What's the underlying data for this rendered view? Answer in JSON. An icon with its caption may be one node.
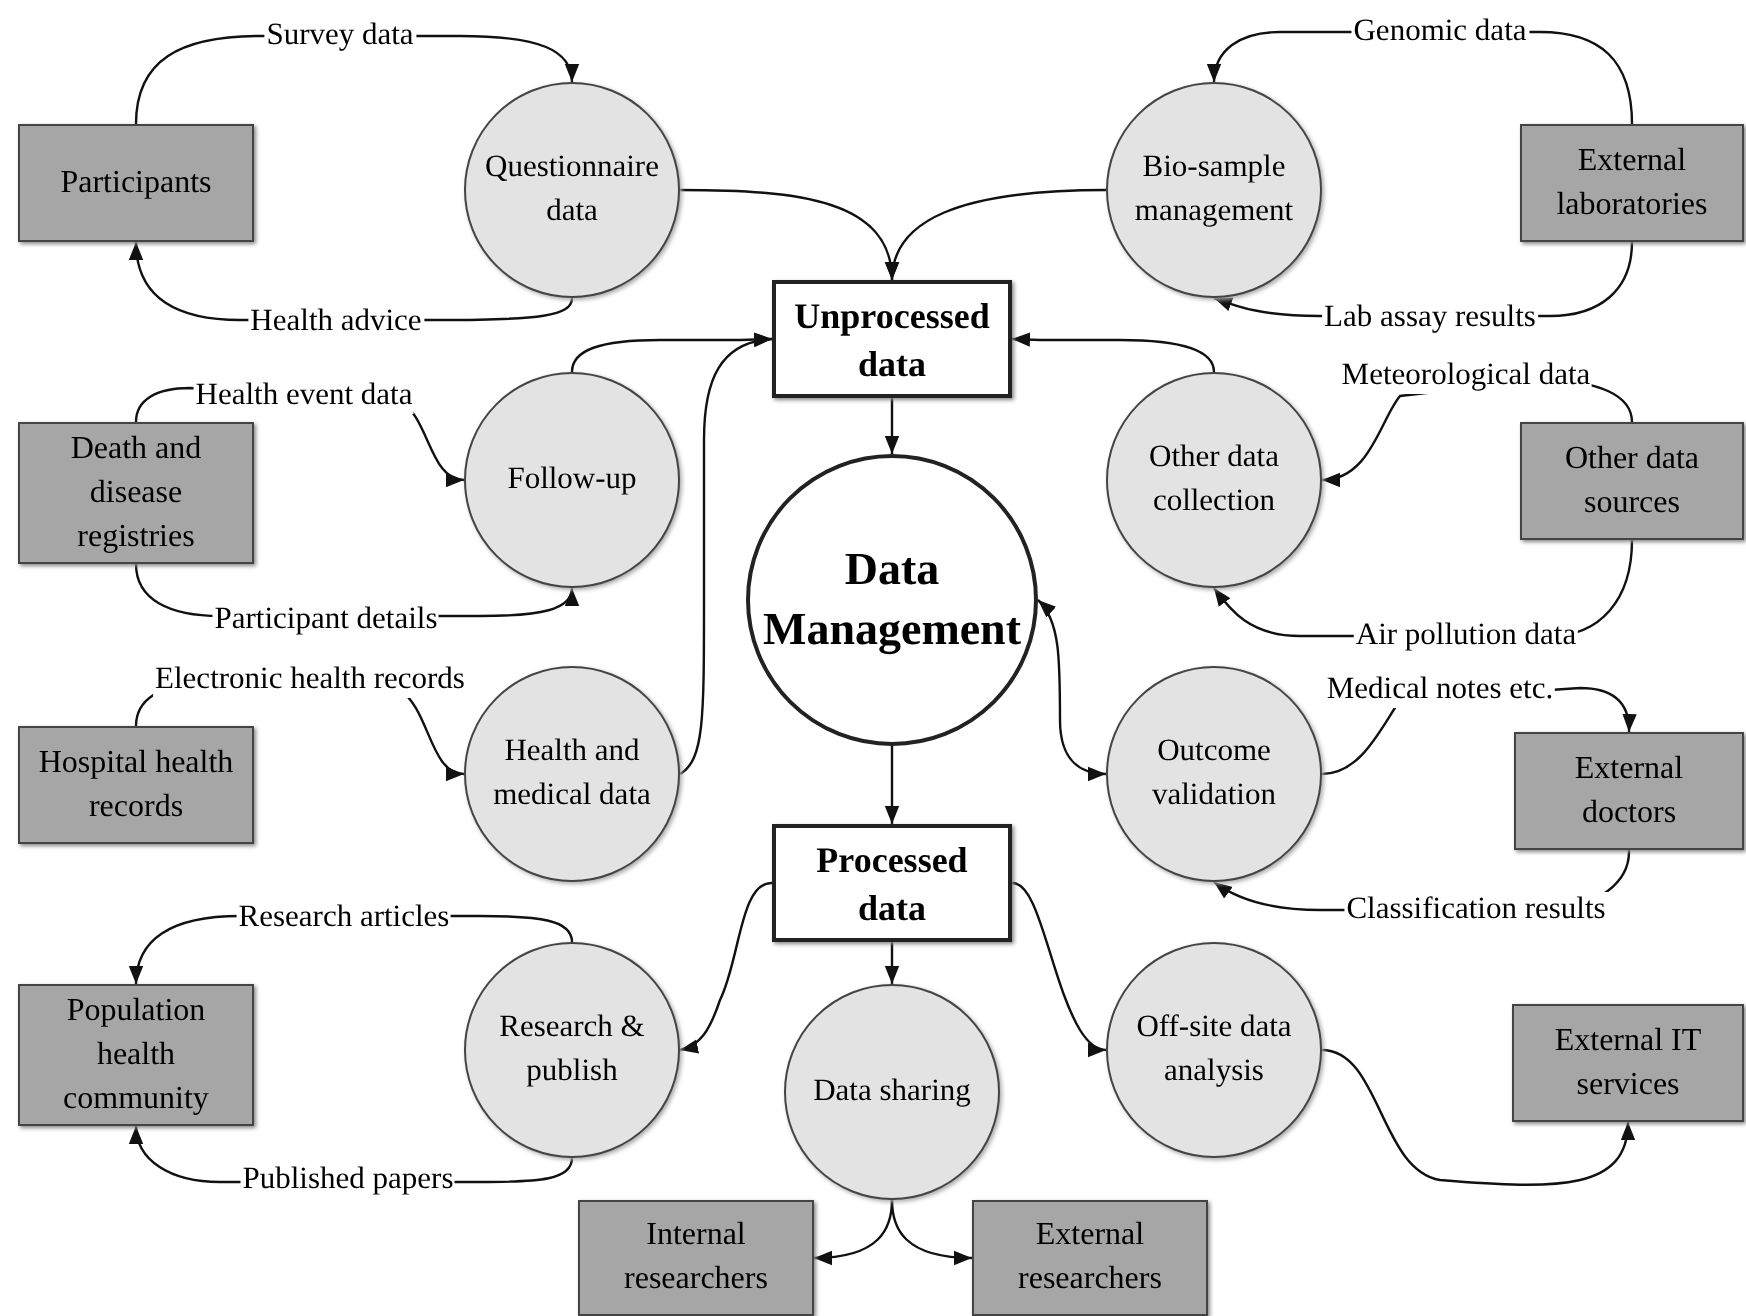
{
  "diagram": {
    "nodes": [
      {
        "text": [
          "Participants"
        ]
      },
      {
        "text": [
          "Questionnaire data"
        ]
      },
      {
        "text": [
          "Bio-sample management"
        ]
      },
      {
        "text": [
          "External laboratories"
        ]
      },
      {
        "text": [
          "Unprocessed data"
        ]
      },
      {
        "text": [
          "Death and disease registries"
        ]
      },
      {
        "text": [
          "Follow-up"
        ]
      },
      {
        "text": [
          "Other data collection"
        ]
      },
      {
        "text": [
          "Other data sources"
        ]
      },
      {
        "text": [
          "Data Management"
        ]
      },
      {
        "text": [
          "Hospital health records"
        ]
      },
      {
        "text": [
          "Health and medical data"
        ]
      },
      {
        "text": [
          "Outcome validation"
        ]
      },
      {
        "text": [
          "External doctors"
        ]
      },
      {
        "text": [
          "Processed data"
        ]
      },
      {
        "text": [
          "Population health community"
        ]
      },
      {
        "text": [
          "Research & publish"
        ]
      },
      {
        "text": [
          "Data sharing"
        ]
      },
      {
        "text": [
          "Off-site data analysis"
        ]
      },
      {
        "text": [
          "External IT services"
        ]
      },
      {
        "text": [
          "Internal researchers"
        ]
      },
      {
        "text": [
          "External researchers"
        ]
      }
    ],
    "edges": [
      {
        "from": 0,
        "to": 1,
        "arrow": "to",
        "label": "Survey data"
      },
      {
        "from": 1,
        "to": 0,
        "arrow": "to",
        "label": "Health advice"
      },
      {
        "from": 1,
        "to": 4,
        "arrow": "to"
      },
      {
        "from": 2,
        "to": 4,
        "arrow": "to"
      },
      {
        "from": 3,
        "to": 2,
        "arrow": "to",
        "label": "Genomic data"
      },
      {
        "from": 3,
        "to": 2,
        "arrow": "to",
        "label": "Lab assay results"
      },
      {
        "from": 5,
        "to": 6,
        "arrow": "to",
        "label": "Health event data"
      },
      {
        "from": 5,
        "to": 6,
        "arrow": "to",
        "label": "Participant details"
      },
      {
        "from": 6,
        "to": 4,
        "arrow": "to"
      },
      {
        "from": 11,
        "to": 4,
        "arrow": "to"
      },
      {
        "from": 7,
        "to": 4,
        "arrow": "to"
      },
      {
        "from": 8,
        "to": 7,
        "arrow": "to",
        "label": "Meteorological data"
      },
      {
        "from": 8,
        "to": 7,
        "arrow": "to",
        "label": "Air pollution data"
      },
      {
        "from": 4,
        "to": 9,
        "arrow": "to"
      },
      {
        "from": 9,
        "to": 12,
        "arrow": "both"
      },
      {
        "from": 10,
        "to": 11,
        "arrow": "to",
        "label": "Electronic health records"
      },
      {
        "from": 9,
        "to": 14,
        "arrow": "to"
      },
      {
        "from": 12,
        "to": 13,
        "arrow": "to",
        "label": "Medical notes etc."
      },
      {
        "from": 13,
        "to": 12,
        "arrow": "to",
        "label": "Classification results"
      },
      {
        "from": 14,
        "to": 16,
        "arrow": "to"
      },
      {
        "from": 14,
        "to": 17,
        "arrow": "to"
      },
      {
        "from": 14,
        "to": 18,
        "arrow": "to"
      },
      {
        "from": 16,
        "to": 15,
        "arrow": "to",
        "label": "Research articles"
      },
      {
        "from": 16,
        "to": 15,
        "arrow": "to",
        "label": "Published papers"
      },
      {
        "from": 17,
        "to": 20,
        "arrow": "to"
      },
      {
        "from": 17,
        "to": 21,
        "arrow": "to"
      },
      {
        "from": 18,
        "to": 19,
        "arrow": "to"
      }
    ]
  }
}
